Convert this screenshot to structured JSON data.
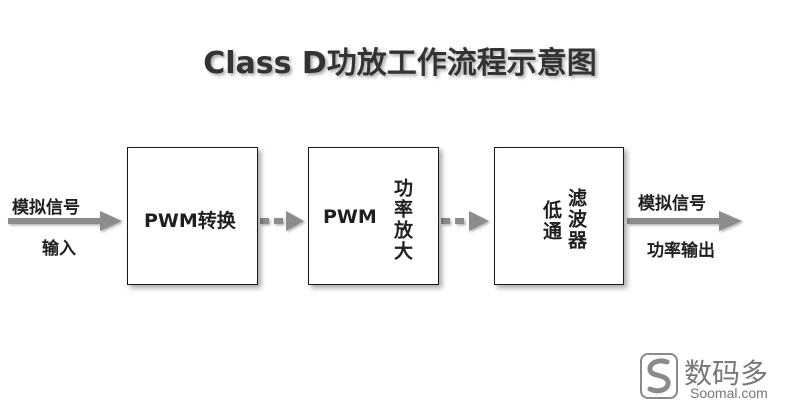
{
  "title": "Class D功放工作流程示意图",
  "input": {
    "line1": "模拟信号",
    "line2": "输入"
  },
  "blocks": [
    {
      "label": "PWM转换"
    },
    {
      "label": "PWM",
      "vertical": "功率放大"
    },
    {
      "vertical_right": "滤波器",
      "vertical_left": "低通"
    }
  ],
  "output": {
    "line1": "模拟信号",
    "line2": "功率输出"
  },
  "watermark": {
    "cn": "数码多",
    "en": "Soomal.com"
  },
  "colors": {
    "arrow": "#8c8c8c",
    "box_border": "#1a1a1a",
    "text": "#1f1f1f"
  }
}
